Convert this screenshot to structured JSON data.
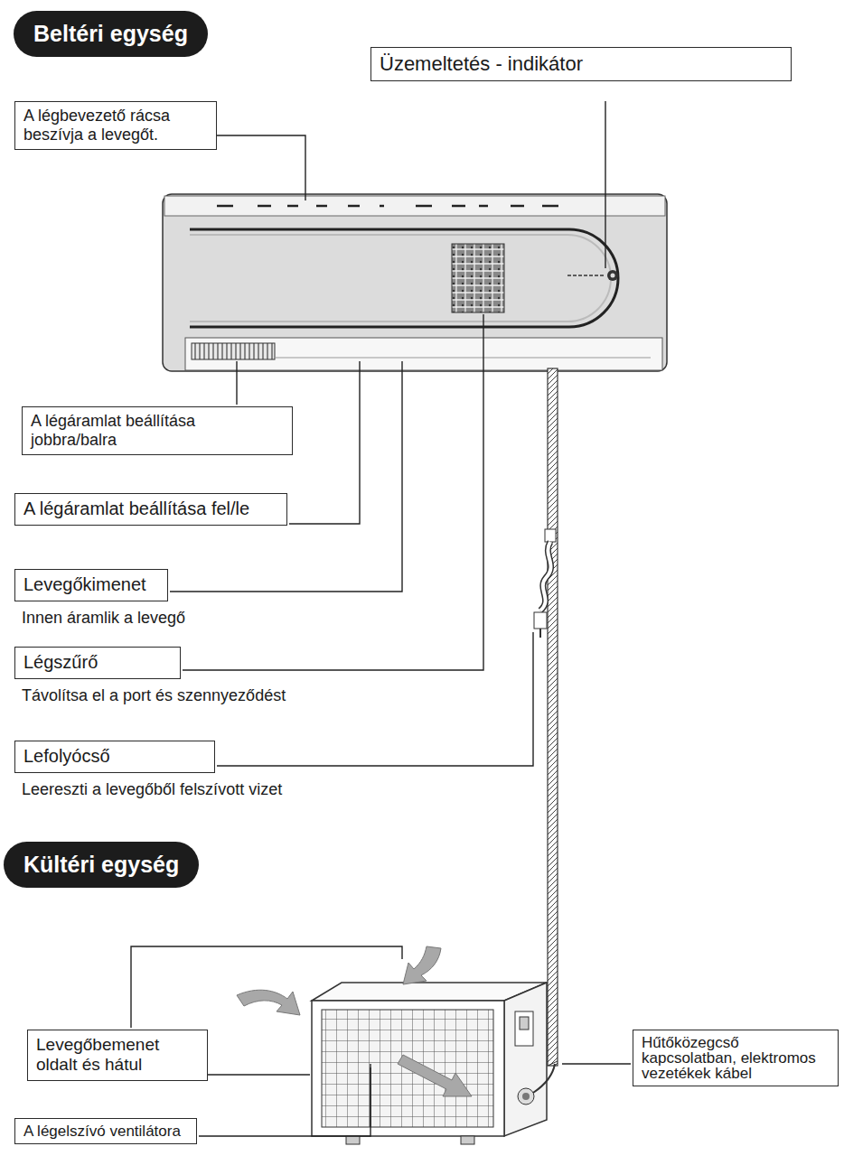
{
  "diagram": {
    "nodes": [
      {
        "text": [
          "Beltéri egység"
        ]
      },
      {
        "text": [
          "Üzemeltetés - indikátor"
        ]
      },
      {
        "text": [
          "A légbevezető rácsa beszívja a levegőt."
        ]
      },
      {
        "text": [
          "A légáramlat beállítása jobbra/balra"
        ]
      },
      {
        "text": [
          "A légáramlat beállítása fel/le"
        ]
      },
      {
        "text": [
          "Levegőkimenet",
          "Innen áramlik a levegő"
        ]
      },
      {
        "text": [
          "Légszűrő",
          "Távolítsa el a port és szennyeződést"
        ]
      },
      {
        "text": [
          "Lefolyócső",
          "Leereszti a levegőből felszívott vizet"
        ]
      },
      {
        "text": [
          "Kültéri egység"
        ]
      },
      {
        "text": [
          "Levegőbemenet oldalt és hátul"
        ]
      },
      {
        "text": [
          "A légelszívó ventilátora"
        ]
      },
      {
        "text": [
          "Hűtőközegcső kapcsolatban, elektromos vezetékek kábel"
        ]
      }
    ]
  }
}
